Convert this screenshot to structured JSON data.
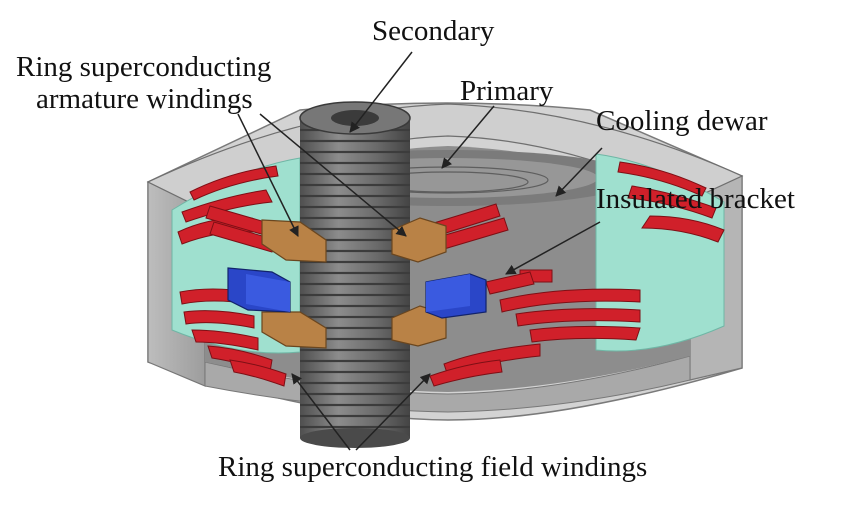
{
  "labels": {
    "secondary": "Secondary",
    "armature_line1": "Ring superconducting",
    "armature_line2": "armature windings",
    "primary": "Primary",
    "cooling_dewar": "Cooling dewar",
    "insulated_bracket": "Insulated bracket",
    "field_windings": "Ring superconducting field windings"
  },
  "colors": {
    "dewar_gray": "#bdbdbd",
    "shaft_gray": "#6e6e6e",
    "winding_red": "#d0202a",
    "core_teal": "#9fe0cf",
    "bracket_brown": "#b98246",
    "block_blue": "#2a46c8"
  }
}
